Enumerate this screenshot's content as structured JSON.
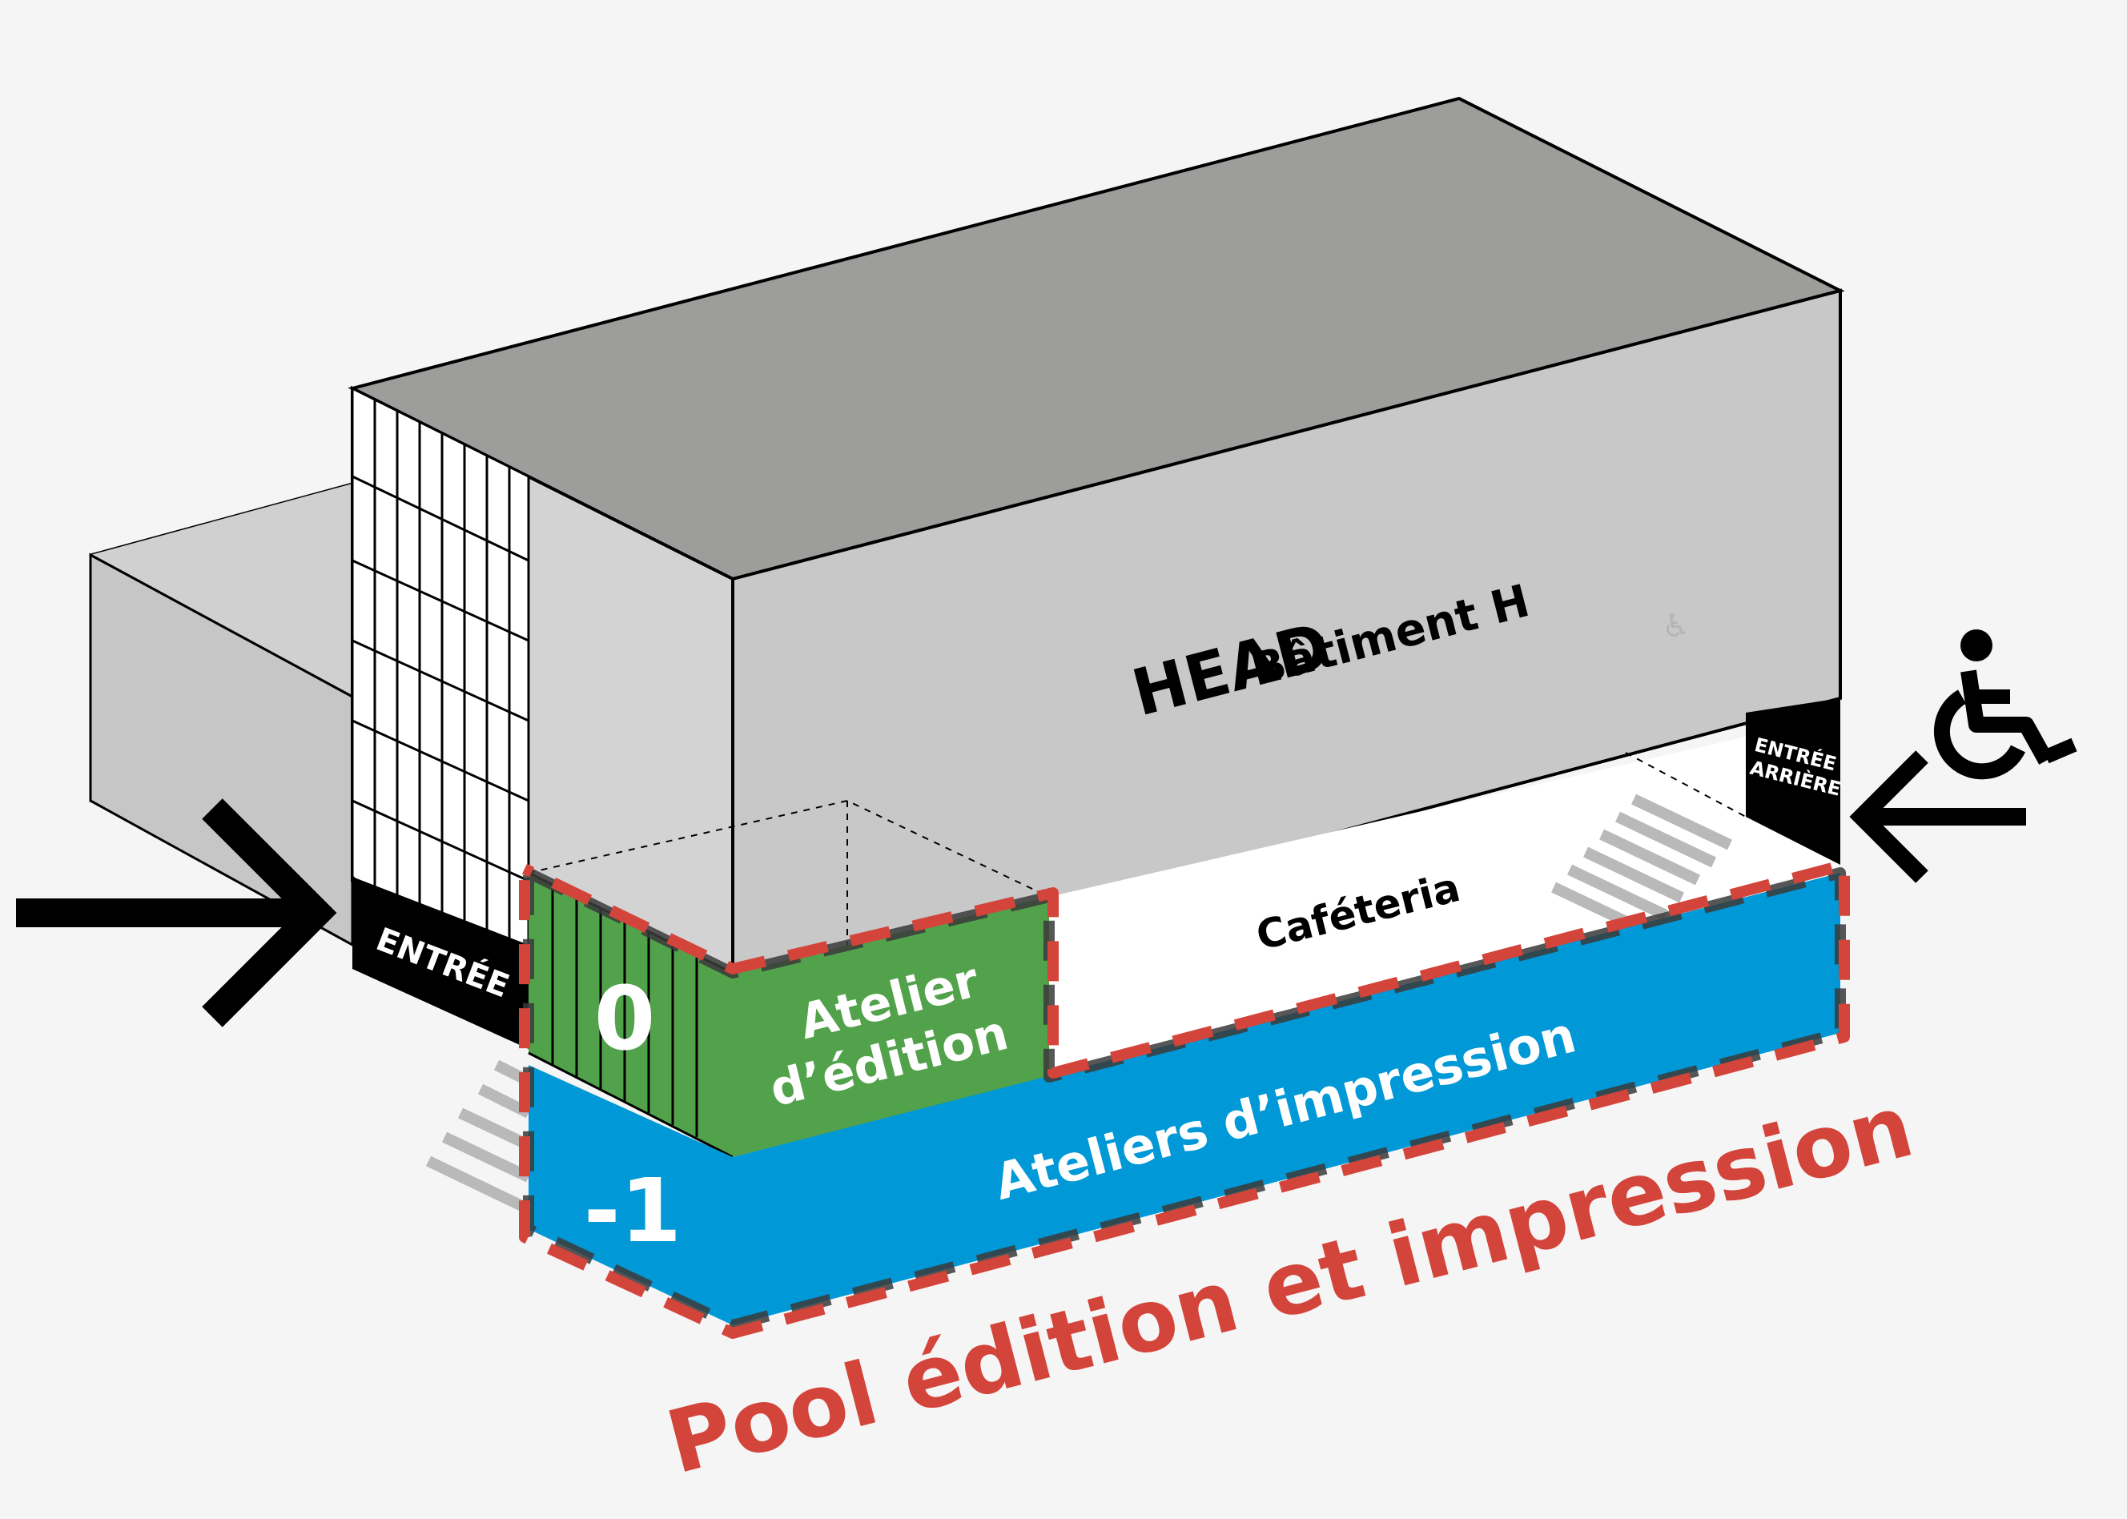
{
  "building": {
    "title_main": "HEAD",
    "title_sub": "Bâtiment H"
  },
  "entrances": {
    "main": "ENTRÉE",
    "rear_line1": "ENTRÉE",
    "rear_line2": "ARRIÈRE"
  },
  "levels": {
    "ground": "0",
    "basement": "-1"
  },
  "rooms": {
    "atelier_line1": "Atelier",
    "atelier_line2": "d’édition",
    "cafeteria": "Caféteria",
    "ateliers_impression": "Ateliers d’impression"
  },
  "pool_label": "Pool édition et impression",
  "icons": {
    "wheelchair": "wheelchair-icon",
    "main_arrow": "arrow-right-icon",
    "rear_arrow": "arrow-left-icon"
  },
  "colors": {
    "background": "#f5f5f5",
    "roof": "#9d9d9b",
    "wall_light": "#c8c8c8",
    "wall_mid": "#d3d3d3",
    "green": "#52a24b",
    "blue": "#0098d6",
    "red_dash": "#d3443a",
    "black": "#000000"
  }
}
